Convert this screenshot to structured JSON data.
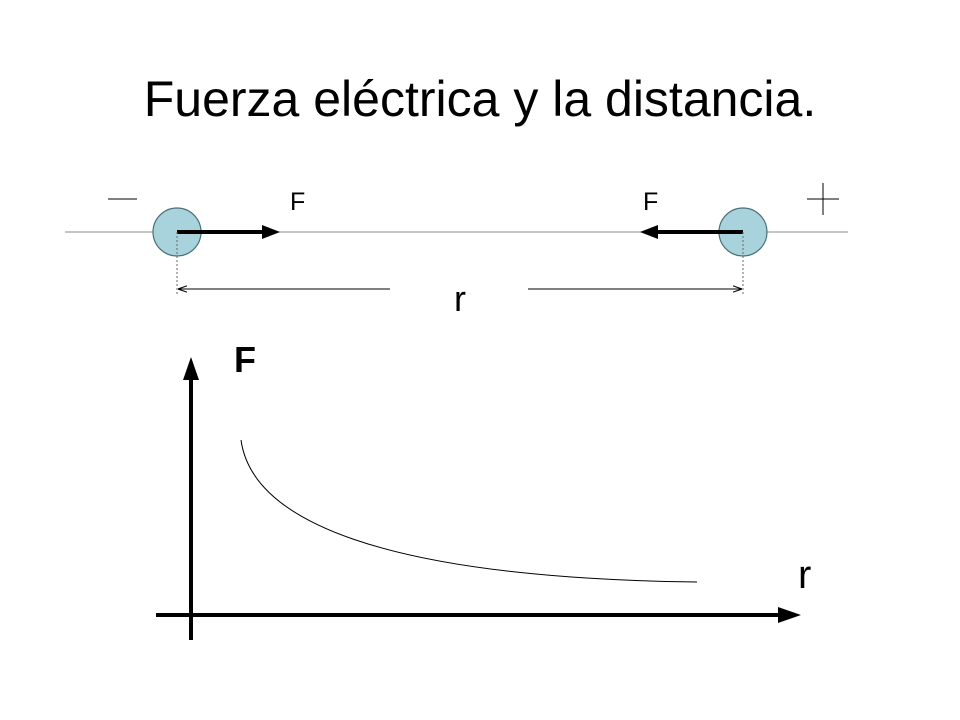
{
  "slide": {
    "title": "Fuerza eléctrica y la distancia."
  },
  "charges_diagram": {
    "force_label_left": "F",
    "force_label_right": "F",
    "distance_label": "r",
    "sphere_fill": "#a8d3dc",
    "sphere_stroke": "#4a6f78"
  },
  "graph": {
    "y_axis_label": "F",
    "x_axis_label": "r"
  }
}
